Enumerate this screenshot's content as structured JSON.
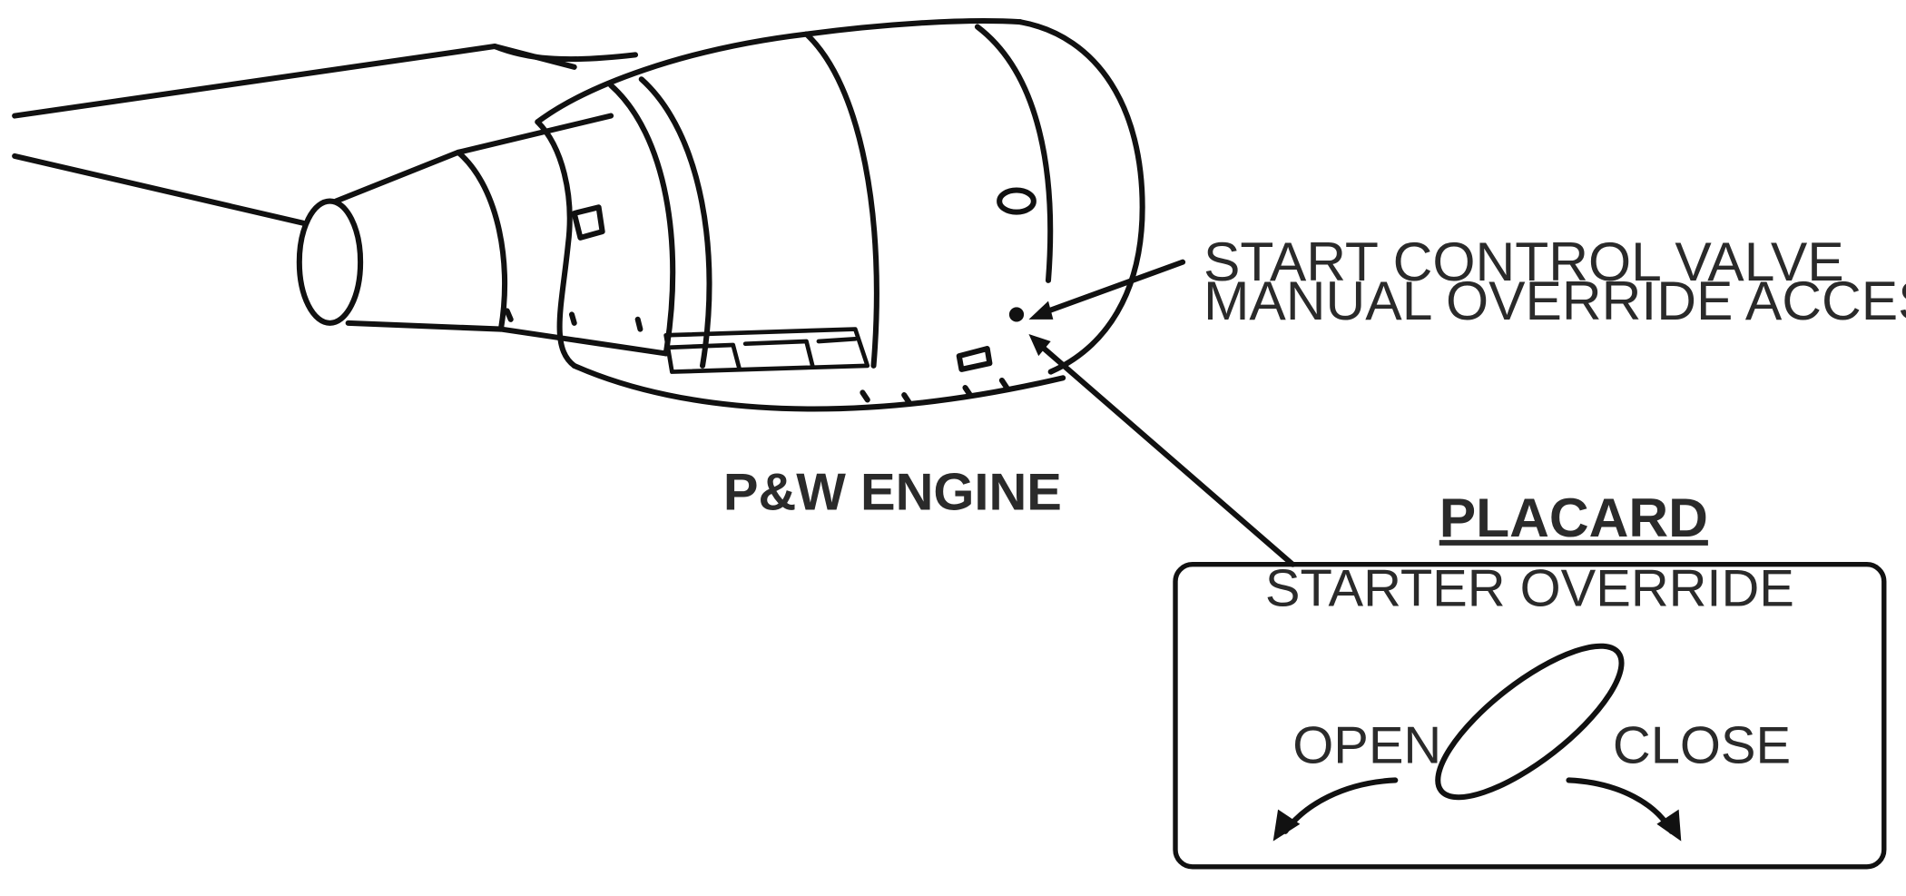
{
  "diagram": {
    "callout": {
      "line1": "START CONTROL VALVE",
      "line2": "MANUAL OVERRIDE ACCESS"
    },
    "engine_title": "P&W ENGINE",
    "placard": {
      "title": "PLACARD",
      "heading": "STARTER OVERRIDE",
      "open_label": "OPEN",
      "close_label": "CLOSE"
    },
    "colors": {
      "ink": "#111111",
      "text": "#2a2a2a",
      "background": "#ffffff"
    }
  }
}
